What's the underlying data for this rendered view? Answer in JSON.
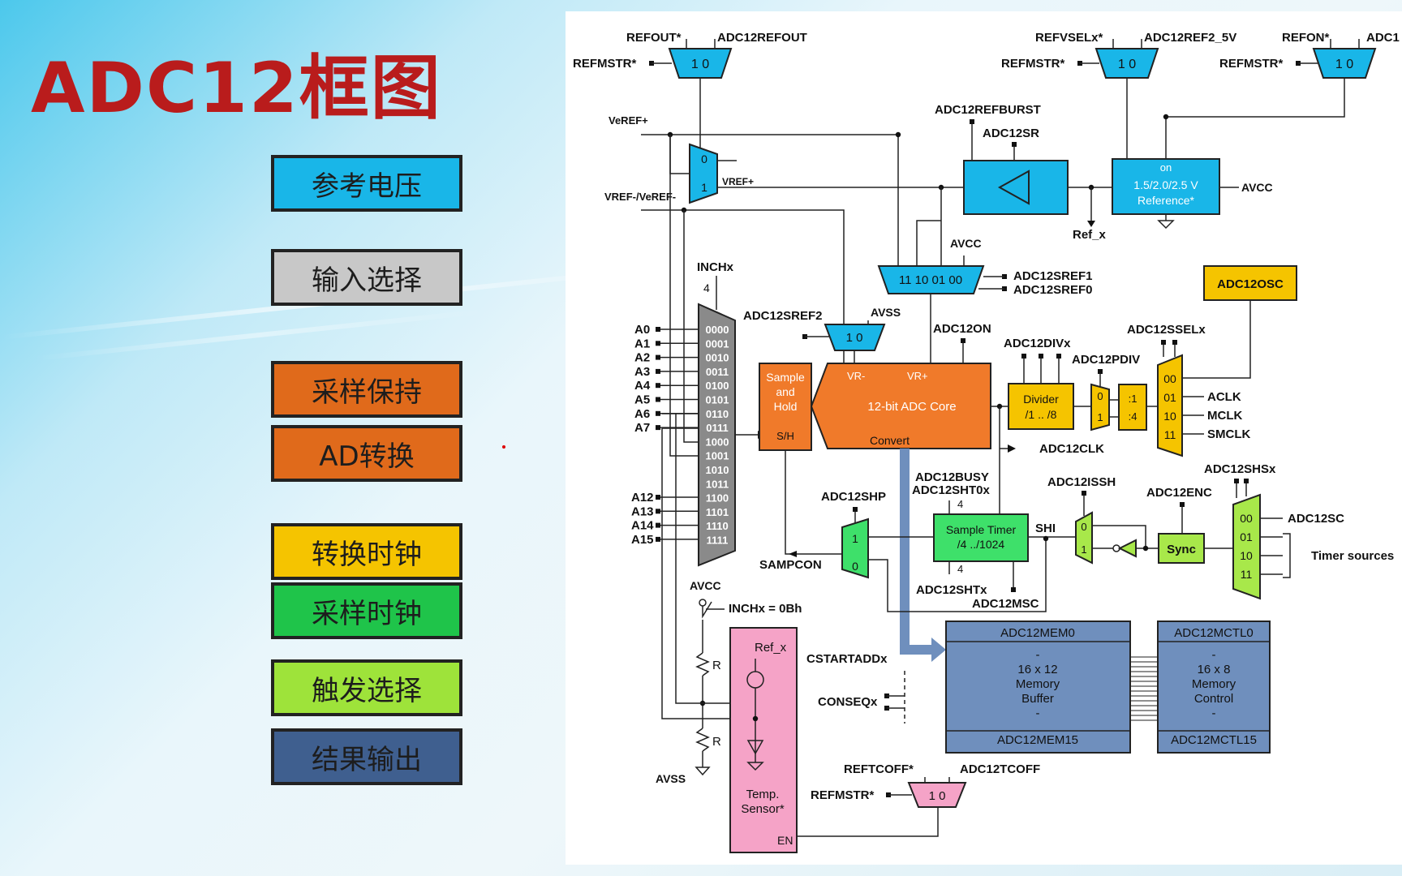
{
  "title": "ADC12框图",
  "legend": [
    {
      "label": "参考电压",
      "color": "#19b6e8"
    },
    {
      "label": "输入选择",
      "color": "#c8c8c8"
    },
    {
      "label": "采样保持",
      "color": "#e06a1b"
    },
    {
      "label": "AD转换",
      "color": "#e06a1b"
    },
    {
      "label": "转换时钟",
      "color": "#f5c400"
    },
    {
      "label": "采样时钟",
      "color": "#1fc44a"
    },
    {
      "label": "触发选择",
      "color": "#9ee33a"
    },
    {
      "label": "结果输出",
      "color": "#3f5f8f"
    }
  ],
  "diagram": {
    "ref_mux1": {
      "in1": "REFOUT*",
      "in2": "ADC12REFOUT",
      "sel": "REFMSTR*",
      "labels": "1  0"
    },
    "ref_mux2": {
      "in1": "REFVSELx*",
      "in2": "ADC12REF2_5V",
      "sel": "REFMSTR*",
      "labels": "1  0"
    },
    "ref_mux3": {
      "in1": "REFON*",
      "in2": "ADC1",
      "sel": "REFMSTR*",
      "labels": "1  0"
    },
    "veref_plus": "VeREF+",
    "vref_minus": "VREF-/VeREF-",
    "vref_plus": "VREF+",
    "refburst": "ADC12REFBURST",
    "adc12sr": "ADC12SR",
    "reference_on": "on",
    "reference_v": "1.5/2.0/2.5 V",
    "reference_label": "Reference*",
    "avcc": "AVCC",
    "ref_x": "Ref_x",
    "inchx": "INCHx",
    "inchx_bits": "4",
    "sref_mux_labels": "11 10 01 00",
    "sref1": "ADC12SREF1",
    "sref0": "ADC12SREF0",
    "sref2": "ADC12SREF2",
    "avss": "AVSS",
    "avcc_top": "AVCC",
    "adc12on": "ADC12ON",
    "adc12divx": "ADC12DIVx",
    "adc12pdiv": "ADC12PDIV",
    "adc12ssel": "ADC12SSELx",
    "adc12osc": "ADC12OSC",
    "inputs_a": [
      "A0",
      "A1",
      "A2",
      "A3",
      "A4",
      "A5",
      "A6",
      "A7"
    ],
    "inputs_b": [
      "A12",
      "A13",
      "A14",
      "A15"
    ],
    "mux_codes": [
      "0000",
      "0001",
      "0010",
      "0011",
      "0100",
      "0101",
      "0110",
      "0111",
      "1000",
      "1001",
      "1010",
      "1011",
      "1100",
      "1101",
      "1110",
      "1111"
    ],
    "sample_hold": [
      "Sample",
      "and",
      "Hold"
    ],
    "sh_label": "S/H",
    "vr_minus": "VR-",
    "vr_plus": "VR+",
    "core": "12-bit ADC Core",
    "convert": "Convert",
    "divider": [
      "Divider",
      "/1 .. /8"
    ],
    "pdiv_mux": [
      "0",
      "1"
    ],
    "pdiv_div": [
      ":1",
      ":4"
    ],
    "clk_mux": [
      "00",
      "01",
      "10",
      "11"
    ],
    "clk_sources": [
      "ACLK",
      "MCLK",
      "SMCLK"
    ],
    "adc12clk": "ADC12CLK",
    "adc12busy": "ADC12BUSY",
    "adc12sht0x": "ADC12SHT0x",
    "sht_bits": "4",
    "sample_timer": [
      "Sample Timer",
      "/4 ../1024"
    ],
    "adc12shtx": "ADC12SHTx",
    "adc12msc": "ADC12MSC",
    "adc12shp": "ADC12SHP",
    "shp_mux": [
      "1",
      "0"
    ],
    "sampcon": "SAMPCON",
    "shi": "SHI",
    "adc12issh": "ADC12ISSH",
    "issh_mux": [
      "0",
      "1"
    ],
    "adc12enc": "ADC12ENC",
    "sync": "Sync",
    "adc12shsx": "ADC12SHSx",
    "shs_mux": [
      "00",
      "01",
      "10",
      "11"
    ],
    "adc12sc": "ADC12SC",
    "timer_sources": "Timer sources",
    "avcc_sensor": "AVCC",
    "inchx_0bh": "INCHx = 0Bh",
    "r_label": "R",
    "sensor_refx": "Ref_x",
    "sensor_label": [
      "Temp.",
      "Sensor*"
    ],
    "sensor_en": "EN",
    "avss_bottom": "AVSS",
    "cstartaddx": "CSTARTADDx",
    "conseqx": "CONSEQx",
    "mem_top": "ADC12MEM0",
    "mem_body": [
      "-",
      "16 x 12",
      "Memory",
      "Buffer",
      "-"
    ],
    "mem_bottom": "ADC12MEM15",
    "ctl_top": "ADC12MCTL0",
    "ctl_body": [
      "-",
      "16 x 8",
      "Memory",
      "Control",
      "-"
    ],
    "ctl_bottom": "ADC12MCTL15",
    "reftcoff": "REFTCOFF*",
    "adc12tcoff": "ADC12TCOFF",
    "refmstr_bottom": "REFMSTR*",
    "tcoff_mux": "1  0",
    "colors": {
      "reference": "#19b6e8",
      "input_mux": "#8a8a8a",
      "adc_core": "#f07a2a",
      "clock": "#f5c400",
      "sample_timer": "#3ee06a",
      "trigger": "#a8e84a",
      "memory": "#6f8fbd",
      "sensor": "#f5a3c7",
      "title": "#b91c1c"
    }
  }
}
